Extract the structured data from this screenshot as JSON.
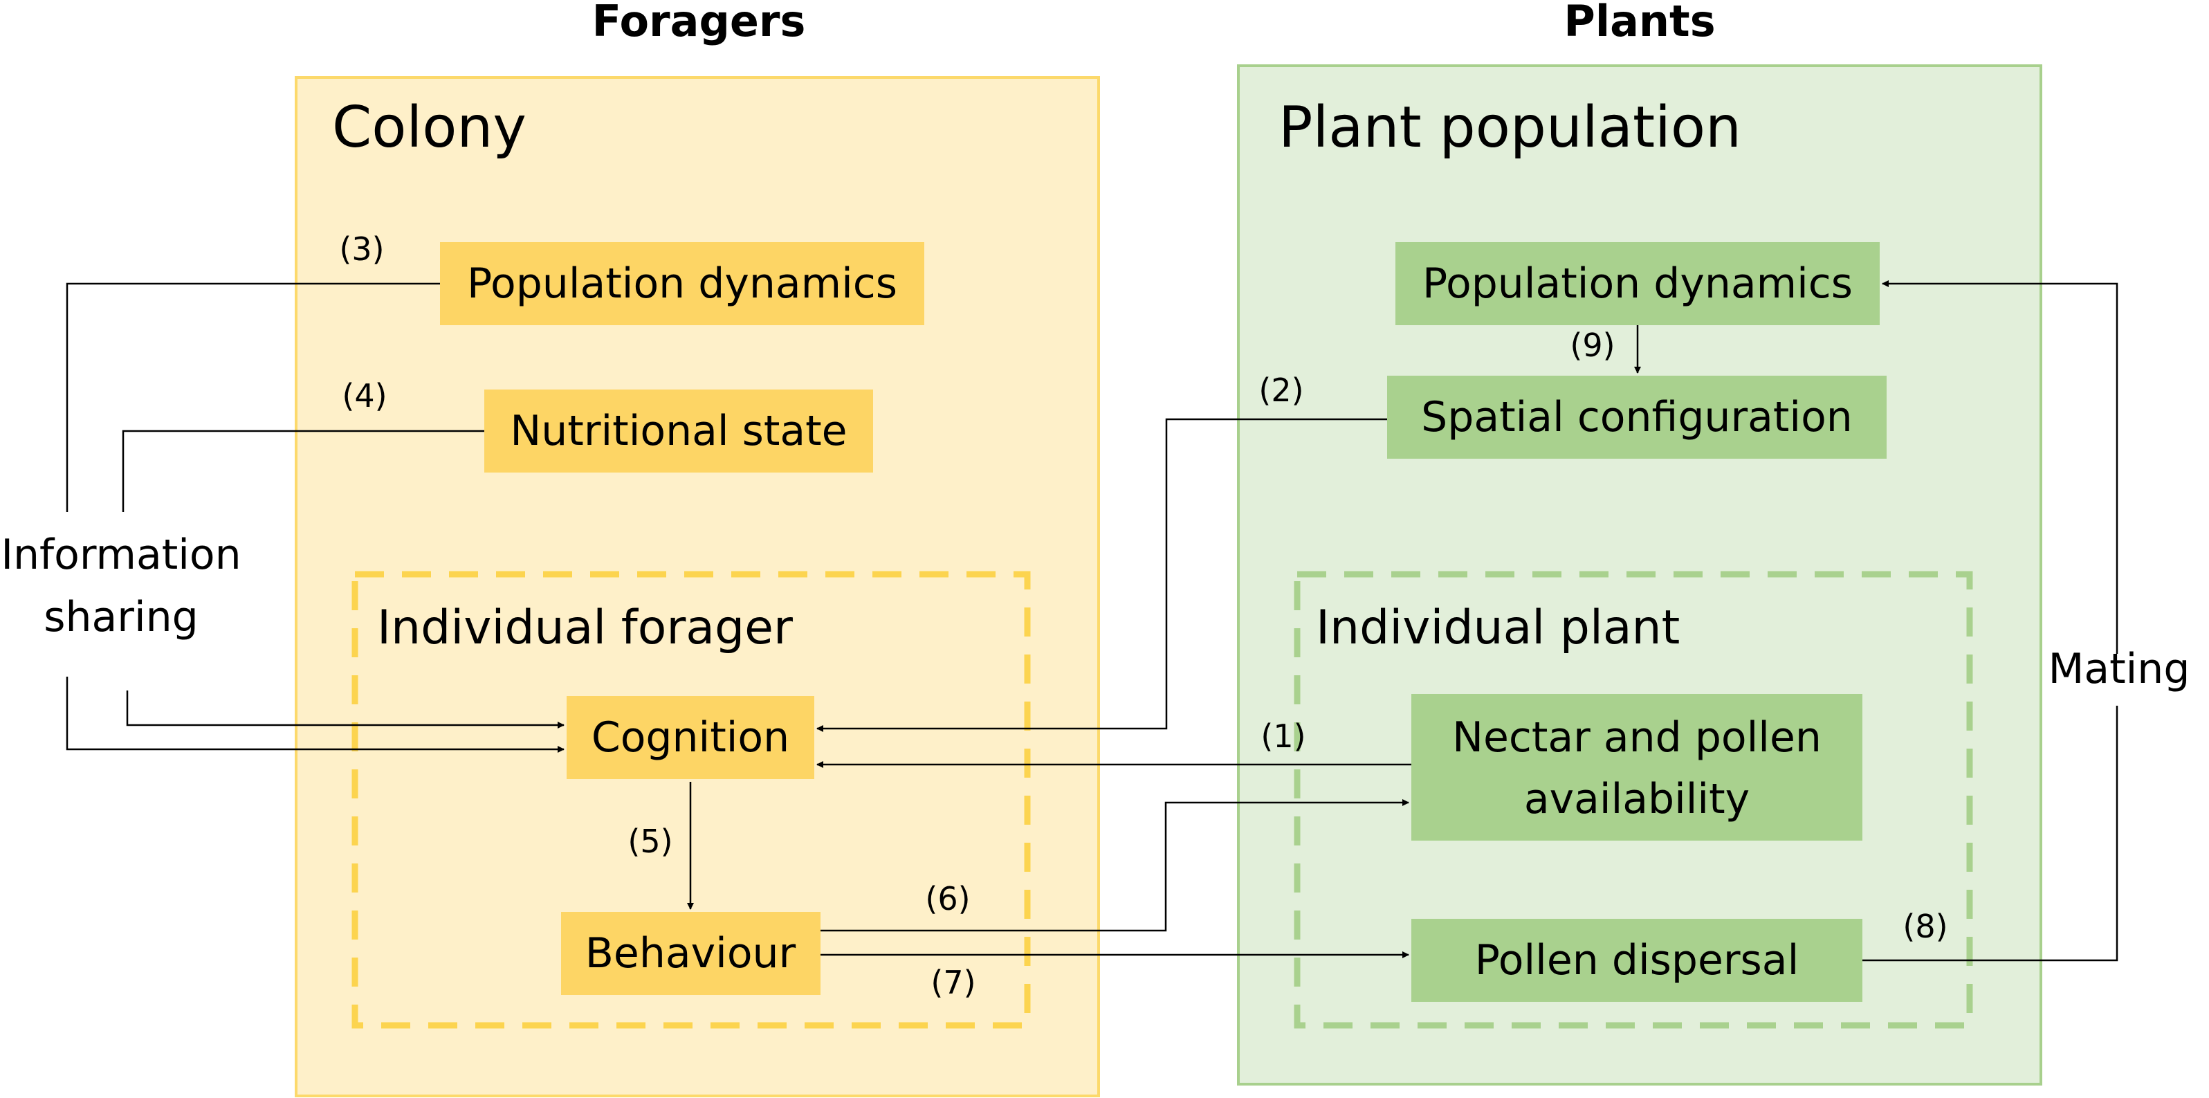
{
  "headers": {
    "foragers": "Foragers",
    "plants": "Plants"
  },
  "colony": {
    "title": "Colony",
    "population_dynamics": "Population dynamics",
    "nutritional_state": "Nutritional state",
    "individual_title": "Individual forager",
    "cognition": "Cognition",
    "behaviour": "Behaviour"
  },
  "plant_population": {
    "title": "Plant population",
    "population_dynamics": "Population dynamics",
    "spatial_configuration": "Spatial configuration",
    "individual_title": "Individual plant",
    "nectar_line1": "Nectar and pollen",
    "nectar_line2": "availability",
    "pollen_dispersal": "Pollen dispersal"
  },
  "side_labels": {
    "info_line1": "Information",
    "info_line2": "sharing",
    "mating": "Mating"
  },
  "links": {
    "n1": "(1)",
    "n2": "(2)",
    "n3": "(3)",
    "n4": "(4)",
    "n5": "(5)",
    "n6": "(6)",
    "n7": "(7)",
    "n8": "(8)",
    "n9": "(9)"
  },
  "colors": {
    "forager_region_fill": "#FEF0C9",
    "forager_region_border": "#FCD96B",
    "forager_box": "#FDD565",
    "forager_dash": "#FCD44F",
    "plant_region_fill": "#E2EFDA",
    "plant_region_border": "#A8D08D",
    "plant_box": "#A9D18E",
    "plant_dash": "#A9D18E"
  }
}
